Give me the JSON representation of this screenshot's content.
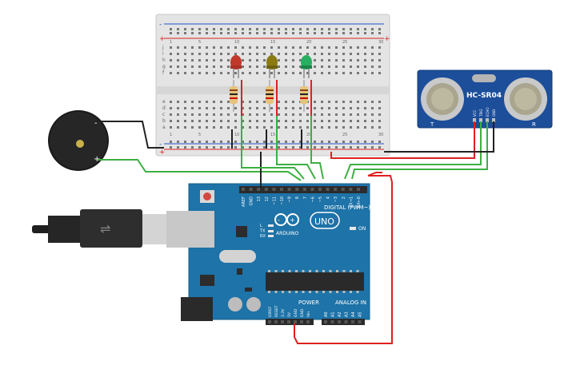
{
  "breadboard": {
    "rail_plus": "+",
    "rail_minus": "-",
    "row_letters_top": [
      "j",
      "i",
      "h",
      "g",
      "f"
    ],
    "row_letters_bottom": [
      "e",
      "d",
      "c",
      "b",
      "a"
    ],
    "column_numbers": [
      "1",
      "5",
      "10",
      "15",
      "20",
      "25",
      "30"
    ]
  },
  "leds": [
    {
      "name": "red-led",
      "color": "#c0392b"
    },
    {
      "name": "yellow-led",
      "color": "#8a7a10"
    },
    {
      "name": "green-led",
      "color": "#27ae60"
    }
  ],
  "sensor": {
    "model": "HC-SR04",
    "pins": [
      "VCC",
      "TRIG",
      "ECHO",
      "GND"
    ],
    "side_left": "T",
    "side_right": "R"
  },
  "buzzer": {
    "minus": "-",
    "plus": "+"
  },
  "arduino": {
    "logo_text": "ARDUINO",
    "model": "UNO",
    "digital_label": "DIGITAL (PWM~)",
    "power_label": "POWER",
    "analog_label": "ANALOG IN",
    "on_label": "ON",
    "led_labels": [
      "L",
      "TX",
      "RX"
    ],
    "digital_pins": [
      "AREF",
      "GND",
      "13",
      "12",
      "~11",
      "~10",
      "~9",
      "8",
      "7",
      "~6",
      "~5",
      "4",
      "~3",
      "2",
      "TX→1",
      "RX←0"
    ],
    "power_pins": [
      "IOREF",
      "RESET",
      "3.3V",
      "5V",
      "GND",
      "GND",
      "Vin"
    ],
    "analog_pins": [
      "A0",
      "A1",
      "A2",
      "A3",
      "A4",
      "A5"
    ]
  },
  "wire_colors": {
    "green": "#3cb043",
    "red": "#e02020",
    "black": "#222222"
  }
}
